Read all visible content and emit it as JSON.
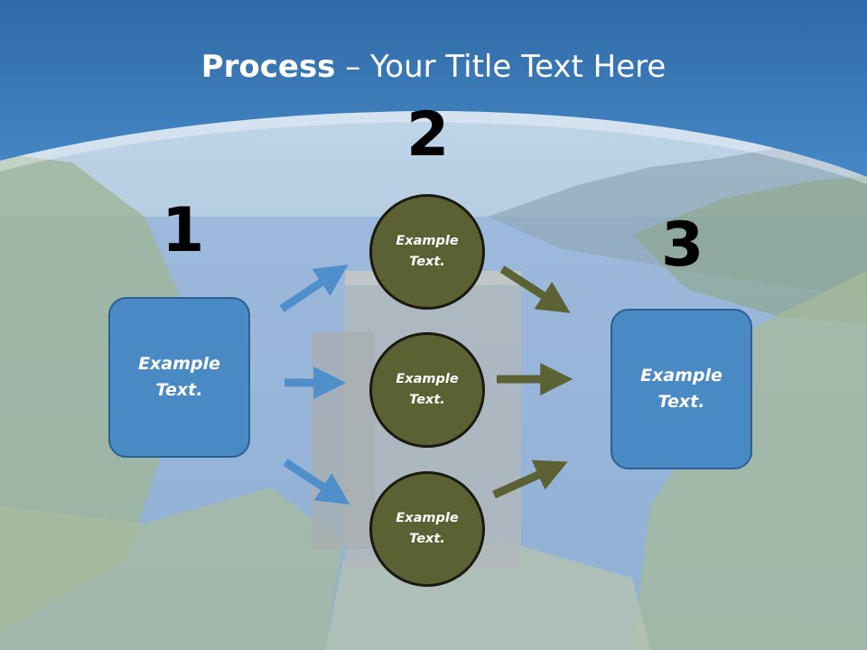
{
  "slide": {
    "title_bold": "Process",
    "title_rest": " – Your Title Text Here"
  },
  "steps": {
    "n1": "1",
    "n2": "2",
    "n3": "3"
  },
  "box_left": {
    "line1": "Example",
    "line2": "Text."
  },
  "circle_top": {
    "line1": "Example",
    "line2": "Text."
  },
  "circle_mid": {
    "line1": "Example",
    "line2": "Text."
  },
  "circle_bot": {
    "line1": "Example",
    "line2": "Text."
  },
  "box_right": {
    "line1": "Example",
    "line2": "Text."
  },
  "colors": {
    "header_blue": "#3d7fbf",
    "box_blue": "#4a8ac4",
    "arrow_blue": "#4f90cc",
    "circle_olive": "#5b6133",
    "arrow_olive": "#5d6234"
  }
}
